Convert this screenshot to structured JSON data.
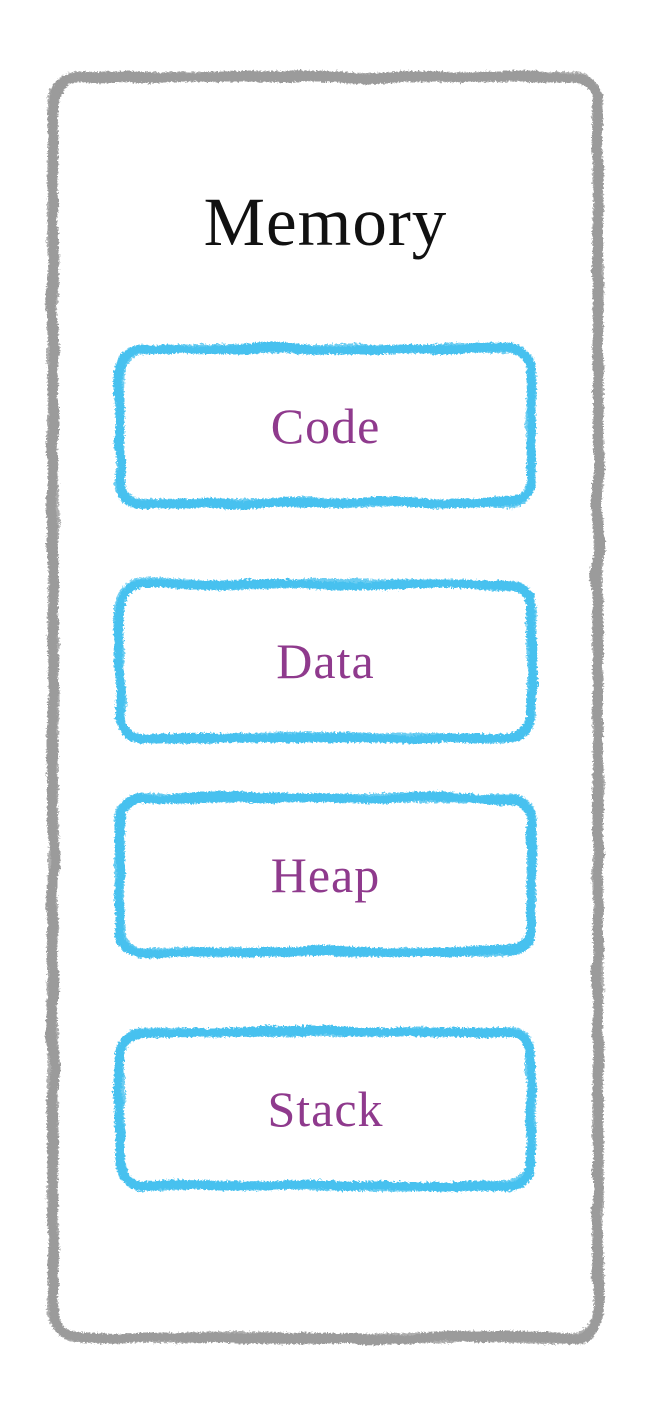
{
  "diagram": {
    "title": "Memory",
    "regions": [
      {
        "label": "Code"
      },
      {
        "label": "Data"
      },
      {
        "label": "Heap"
      },
      {
        "label": "Stack"
      }
    ],
    "colors": {
      "outer_border": "#9b9b9b",
      "region_border": "#46c1ef",
      "region_label": "#8f3a8d",
      "title_text": "#111111",
      "background": "#ffffff"
    }
  }
}
